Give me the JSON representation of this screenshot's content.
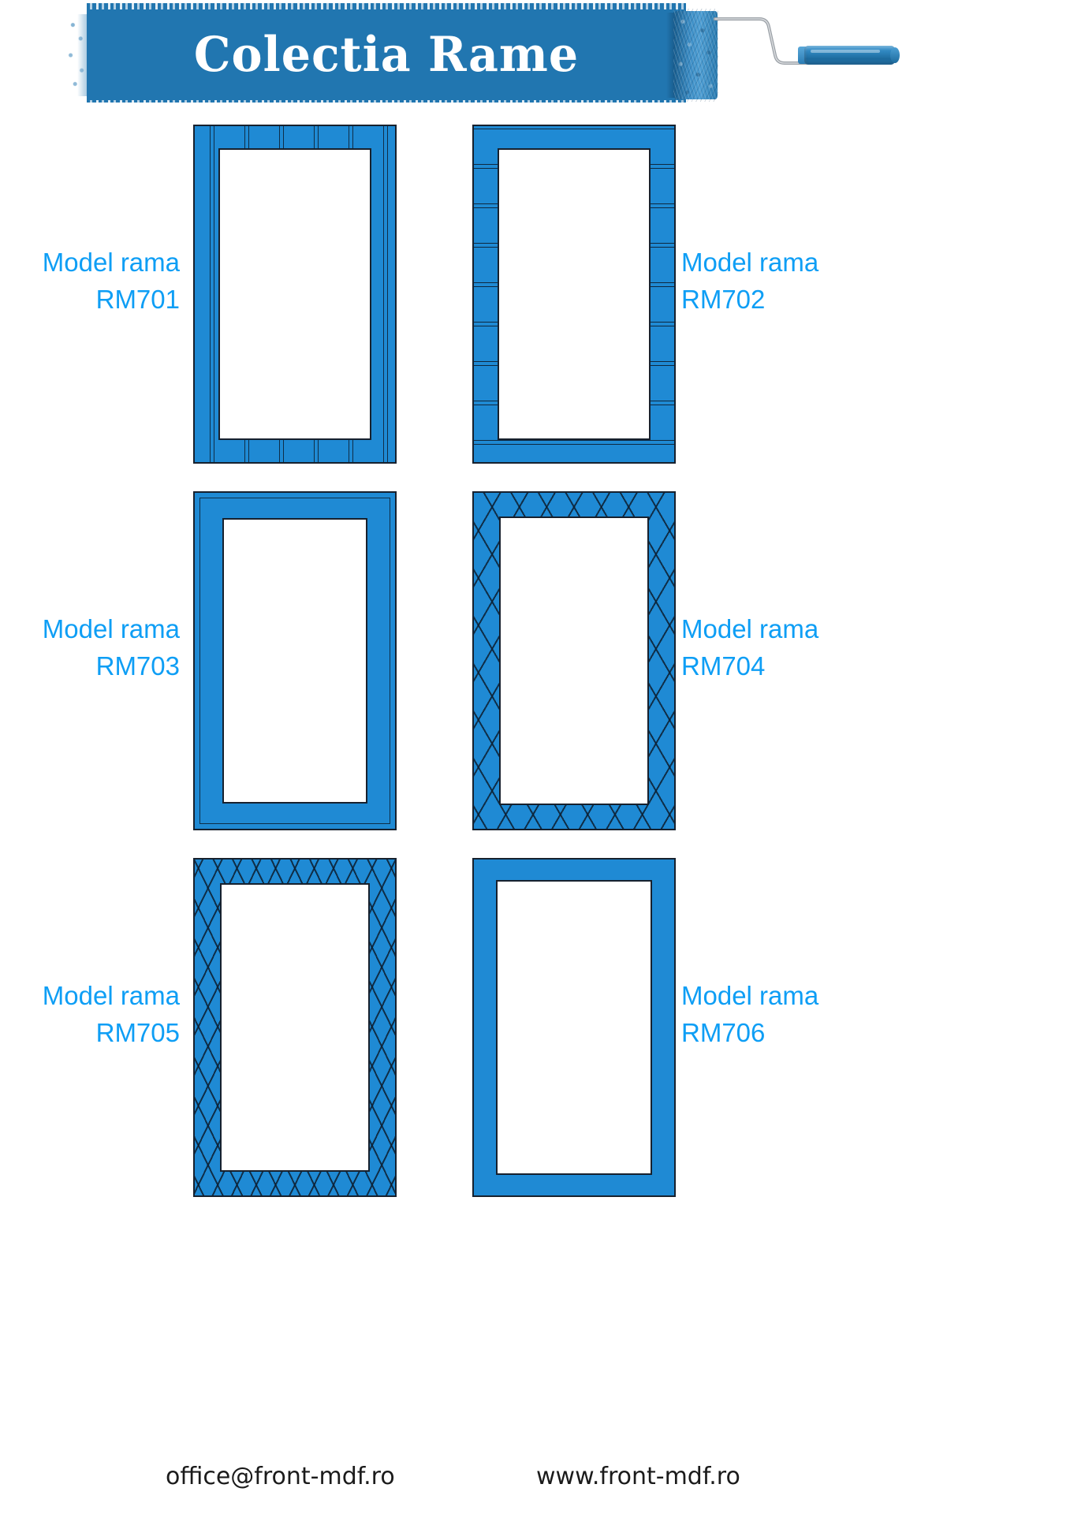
{
  "header": {
    "title": "Colectia Rame",
    "banner_color": "#2176b0",
    "title_color": "#ffffff",
    "roller_icon": "paint-roller-icon"
  },
  "theme": {
    "frame_fill": "#1f8ad4",
    "frame_outline": "#17212e",
    "label_color": "#0e9ef5",
    "page_background": "#ffffff"
  },
  "labels": {
    "model_prefix": "Model rama"
  },
  "frames": [
    {
      "code": "RM701",
      "label_line1": "Model rama",
      "label_line2": "RM701",
      "label_side": "left",
      "pattern": "vertical-slats"
    },
    {
      "code": "RM702",
      "label_line1": "Model rama",
      "label_line2": "RM702",
      "label_side": "right",
      "pattern": "horizontal-rungs"
    },
    {
      "code": "RM703",
      "label_line1": "Model rama",
      "label_line2": "RM703",
      "label_side": "left",
      "pattern": "plain-bevel"
    },
    {
      "code": "RM704",
      "label_line1": "Model rama",
      "label_line2": "RM704",
      "label_side": "right",
      "pattern": "diamond-lattice-wide"
    },
    {
      "code": "RM705",
      "label_line1": "Model rama",
      "label_line2": "RM705",
      "label_side": "left",
      "pattern": "diamond-lattice-tight"
    },
    {
      "code": "RM706",
      "label_line1": "Model rama",
      "label_line2": "RM706",
      "label_side": "right",
      "pattern": "plain"
    }
  ],
  "footer": {
    "email": "office@front-mdf.ro",
    "website": "www.front-mdf.ro"
  }
}
